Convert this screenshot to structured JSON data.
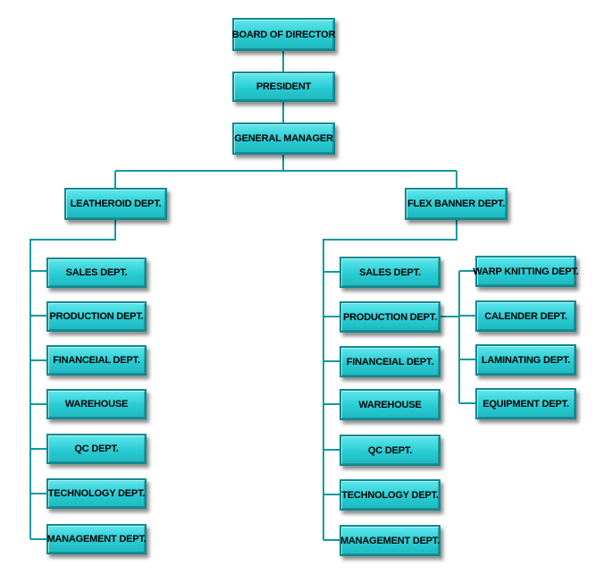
{
  "diagram": {
    "board": "BOARD OF DIRECTOR",
    "president": "PRESIDENT",
    "general_manager": "GENERAL MANAGER",
    "leatheroid": {
      "title": "LEATHEROID DEPT.",
      "depts": [
        "SALES DEPT.",
        "PRODUCTION DEPT.",
        "FINANCEIAL DEPT.",
        "WAREHOUSE",
        "QC DEPT.",
        "TECHNOLOGY DEPT.",
        "MANAGEMENT DEPT."
      ]
    },
    "flex_banner": {
      "title": "FLEX BANNER DEPT.",
      "depts": [
        "SALES DEPT.",
        "PRODUCTION DEPT.",
        "FINANCEIAL DEPT.",
        "WAREHOUSE",
        "QC DEPT.",
        "TECHNOLOGY DEPT.",
        "MANAGEMENT DEPT."
      ],
      "production_units": [
        "WARP KNITTING DEPT.",
        "CALENDER DEPT.",
        "LAMINATING DEPT.",
        "EQUIPMENT DEPT."
      ]
    }
  },
  "colors": {
    "box_fill": "#2ed1d8",
    "box_border": "#0f8a8f",
    "connector": "#129aa0"
  }
}
